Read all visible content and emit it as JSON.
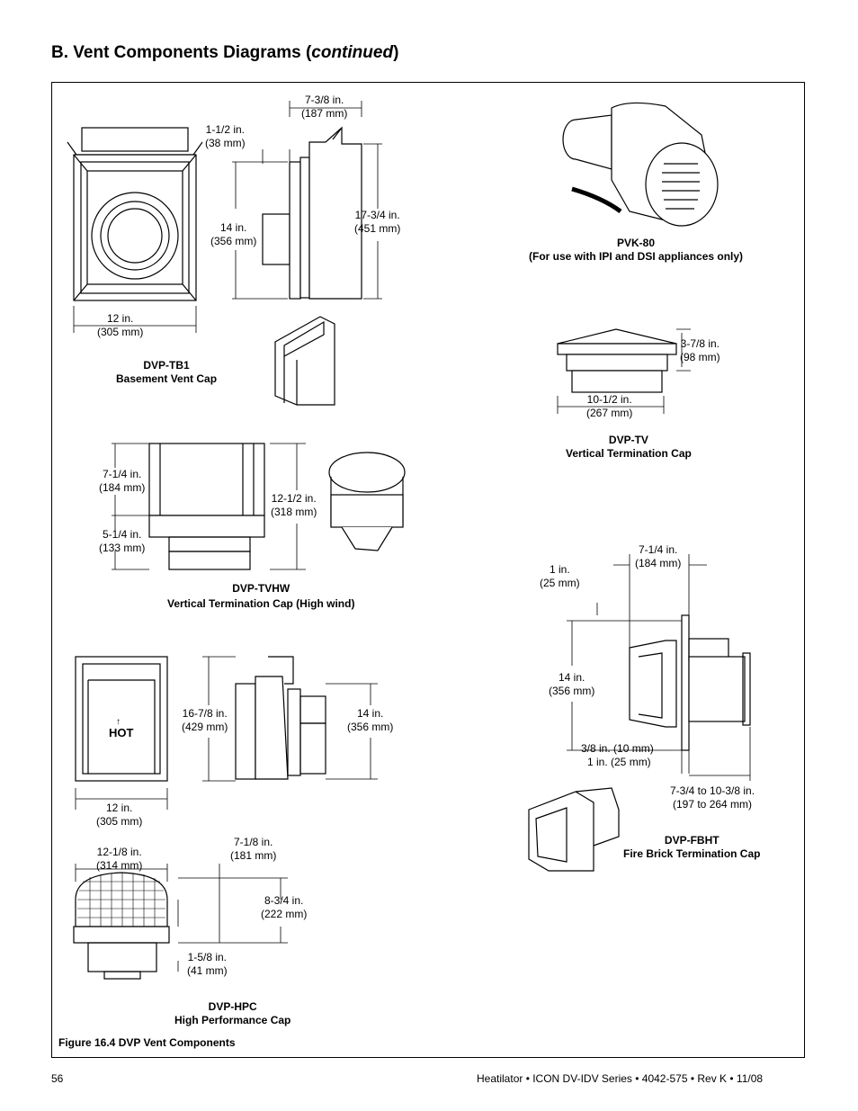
{
  "heading": {
    "main": "B.  Vent Components Diagrams (",
    "italic": "continued",
    "close": ")"
  },
  "figure_caption": "Figure 16.4  DVP Vent Components",
  "footer": {
    "page_number": "56",
    "doc_info": "Heatilator • ICON DV-IDV Series • 4042-575 • Rev K • 11/08"
  },
  "tb1": {
    "name": "DVP-TB1",
    "desc": "Basement Vent Cap",
    "dims": {
      "width_in": "12 in.",
      "width_mm": "(305 mm)",
      "depth_in": "7-3/8 in.",
      "depth_mm": "(187 mm)",
      "offset_in": "1-1/2 in.",
      "offset_mm": "(38 mm)",
      "inner_in": "14 in.",
      "inner_mm": "(356 mm)",
      "height_in": "17-3/4 in.",
      "height_mm": "(451 mm)"
    }
  },
  "pvk": {
    "name": "PVK-80",
    "desc": "(For use with IPI and DSI appliances only)"
  },
  "tv": {
    "name": "DVP-TV",
    "desc": "Vertical Termination Cap",
    "dims": {
      "height_in": "3-7/8 in.",
      "height_mm": "(98 mm)",
      "width_in": "10-1/2 in.",
      "width_mm": "(267 mm)"
    }
  },
  "tvhw": {
    "name": "DVP-TVHW",
    "desc": "Vertical Termination Cap (High wind)",
    "dims": {
      "upper_in": "7-1/4 in.",
      "upper_mm": "(184 mm)",
      "lower_in": "5-1/4 in.",
      "lower_mm": "(133 mm)",
      "total_in": "12-1/2 in.",
      "total_mm": "(318 mm)"
    }
  },
  "fbht": {
    "name": "DVP-FBHT",
    "desc": "Fire Brick Termination Cap",
    "dims": {
      "top_in": "7-1/4 in.",
      "top_mm": "(184 mm)",
      "gap_in": "1 in.",
      "gap_mm": "(25 mm)",
      "height_in": "14 in.",
      "height_mm": "(356 mm)",
      "small_a": "3/8 in. (10 mm)",
      "small_b": "1 in. (25 mm)",
      "range_in": "7-3/4 to 10-3/8 in.",
      "range_mm": "(197 to 264 mm)"
    }
  },
  "hpc_side": {
    "hot": "HOT",
    "dims": {
      "width_in": "12 in.",
      "width_mm": "(305 mm)",
      "height_in": "16-7/8 in.",
      "height_mm": "(429 mm)",
      "inner_in": "14 in.",
      "inner_mm": "(356 mm)"
    }
  },
  "hpc": {
    "name": "DVP-HPC",
    "desc": "High Performance Cap",
    "dims": {
      "width_in": "12-1/8 in.",
      "width_mm": "(314 mm)",
      "depth_in": "7-1/8 in.",
      "depth_mm": "(181 mm)",
      "height_in": "8-3/4 in.",
      "height_mm": "(222 mm)",
      "base_in": "1-5/8 in.",
      "base_mm": "(41 mm)"
    }
  }
}
